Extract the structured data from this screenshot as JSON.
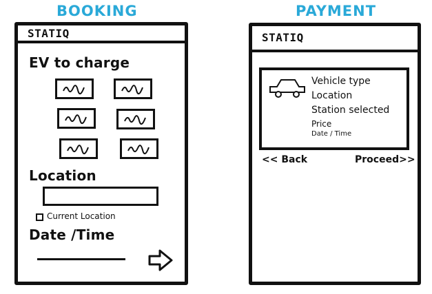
{
  "screens": {
    "booking": {
      "title": "BOOKING",
      "brand": "STATIQ",
      "ev_section_label": "EV to charge",
      "location_label": "Location",
      "current_location_label": "Current Location",
      "datetime_label": "Date /Time",
      "next_icon": "right-arrow-icon",
      "tile_icon": "scribble-icon"
    },
    "payment": {
      "title": "PAYMENT",
      "brand": "STATIQ",
      "summary": {
        "vehicle_icon": "car-icon",
        "vehicle_type": "Vehicle type",
        "location": "Location",
        "station": "Station selected",
        "price": "Price",
        "datetime": "Date / Time"
      },
      "back_label": "<< Back",
      "proceed_label": "Proceed>>"
    }
  }
}
